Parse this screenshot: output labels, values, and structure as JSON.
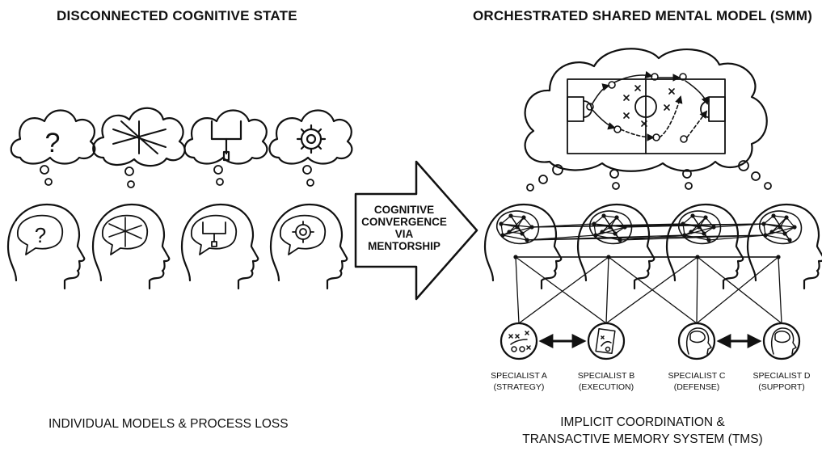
{
  "left": {
    "title": "DISCONNECTED COGNITIVE STATE",
    "caption": "INDIVIDUAL MODELS & PROCESS LOSS",
    "icons": [
      "question-icon",
      "crossed-arrows-icon",
      "goalpost-icon",
      "gear-icon"
    ]
  },
  "middle": {
    "arrow_lines": [
      "COGNITIVE",
      "CONVERGENCE",
      "VIA",
      "MENTORSHIP"
    ]
  },
  "right": {
    "title": "ORCHESTRATED SHARED MENTAL MODEL (SMM)",
    "caption_lines": [
      "IMPLICIT COORDINATION &",
      "TRANSACTIVE MEMORY SYSTEM (TMS)"
    ],
    "cloud_icon": "soccer-field-playbook-icon",
    "specialists": [
      {
        "name": "SPECIALIST A",
        "role": "(STRATEGY)",
        "icon": "playbook-icon"
      },
      {
        "name": "SPECIALIST B",
        "role": "(EXECUTION)",
        "icon": "tactics-board-icon"
      },
      {
        "name": "SPECIALIST C",
        "role": "(DEFENSE)",
        "icon": "brain-head-icon"
      },
      {
        "name": "SPECIALIST D",
        "role": "(SUPPORT)",
        "icon": "brain-head-icon"
      }
    ]
  }
}
